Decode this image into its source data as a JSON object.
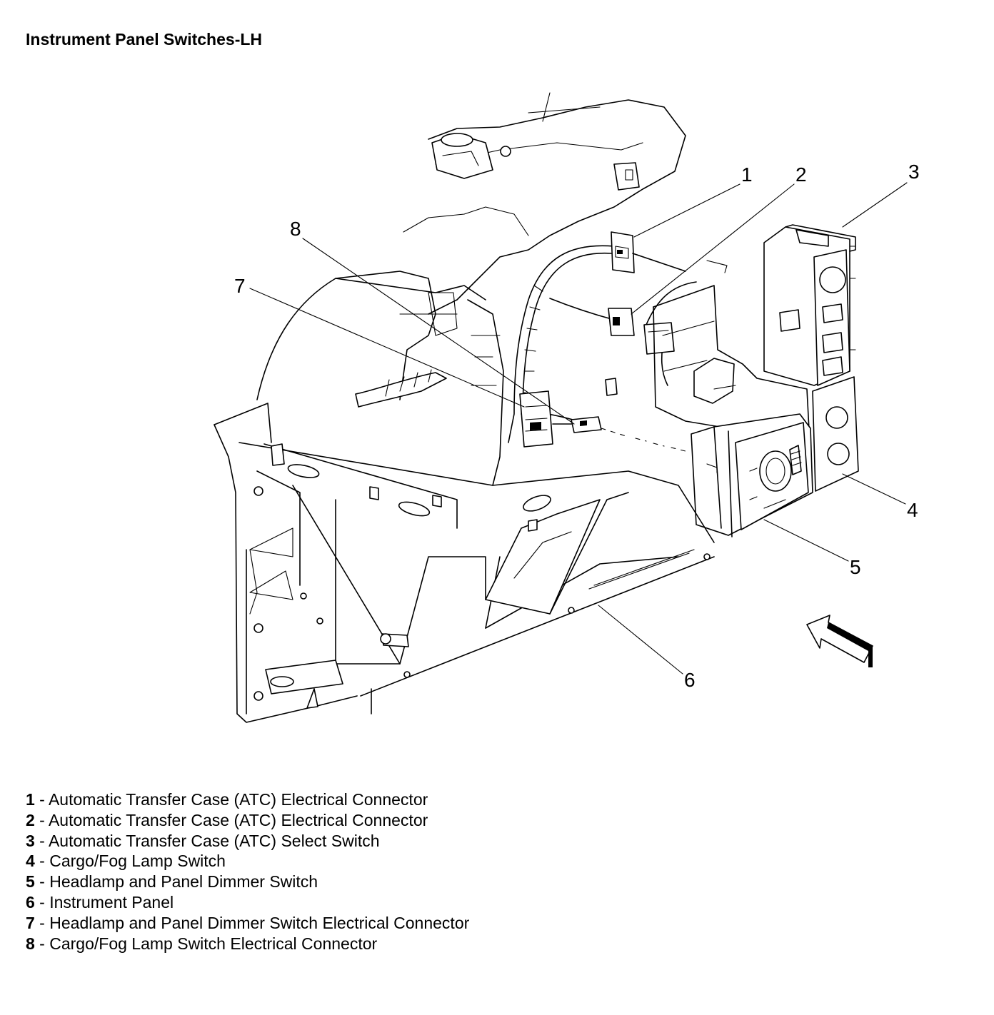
{
  "title": "Instrument Panel Switches-LH",
  "callouts": [
    {
      "id": "1",
      "text": "1"
    },
    {
      "id": "2",
      "text": "2"
    },
    {
      "id": "3",
      "text": "3"
    },
    {
      "id": "4",
      "text": "4"
    },
    {
      "id": "5",
      "text": "5"
    },
    {
      "id": "6",
      "text": "6"
    },
    {
      "id": "7",
      "text": "7"
    },
    {
      "id": "8",
      "text": "8"
    }
  ],
  "legend": [
    {
      "num": "1",
      "sep": " - ",
      "text": "Automatic Transfer Case (ATC) Electrical Connector"
    },
    {
      "num": "2",
      "sep": " - ",
      "text": "Automatic Transfer Case (ATC) Electrical Connector"
    },
    {
      "num": "3",
      "sep": " - ",
      "text": "Automatic Transfer Case (ATC) Select Switch"
    },
    {
      "num": "4",
      "sep": " - ",
      "text": "Cargo/Fog Lamp Switch"
    },
    {
      "num": "5",
      "sep": " - ",
      "text": "Headlamp and Panel Dimmer Switch"
    },
    {
      "num": "6",
      "sep": " - ",
      "text": "Instrument Panel"
    },
    {
      "num": "7",
      "sep": " - ",
      "text": "Headlamp and Panel Dimmer Switch Electrical Connector"
    },
    {
      "num": "8",
      "sep": " - ",
      "text": "Cargo/Fog Lamp Switch Electrical Connector"
    }
  ]
}
